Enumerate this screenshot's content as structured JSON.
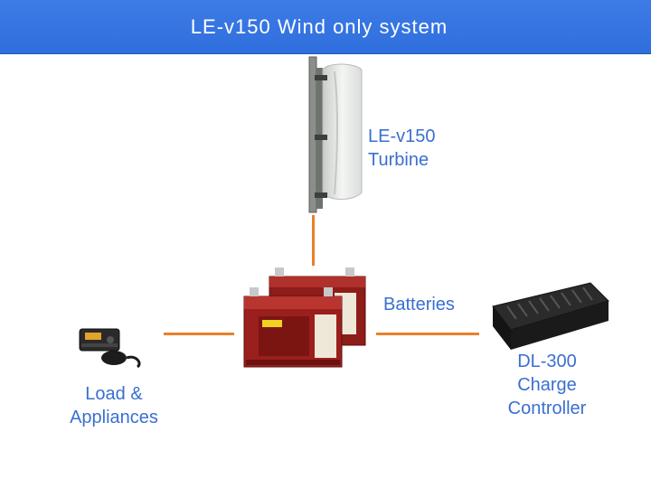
{
  "title": "LE-v150 Wind only system",
  "components": {
    "turbine": {
      "line1": "LE-v150",
      "line2": "Turbine"
    },
    "batteries": {
      "label": "Batteries"
    },
    "load": {
      "line1": "Load &",
      "line2": "Appliances"
    },
    "controller": {
      "line1": "DL-300",
      "line2": "Charge",
      "line3": "Controller"
    }
  },
  "colors": {
    "title_bar": "#2f6fdd",
    "label_text": "#3a6fd0",
    "connector": "#e8802b",
    "battery_case": "#9b1f1c"
  }
}
